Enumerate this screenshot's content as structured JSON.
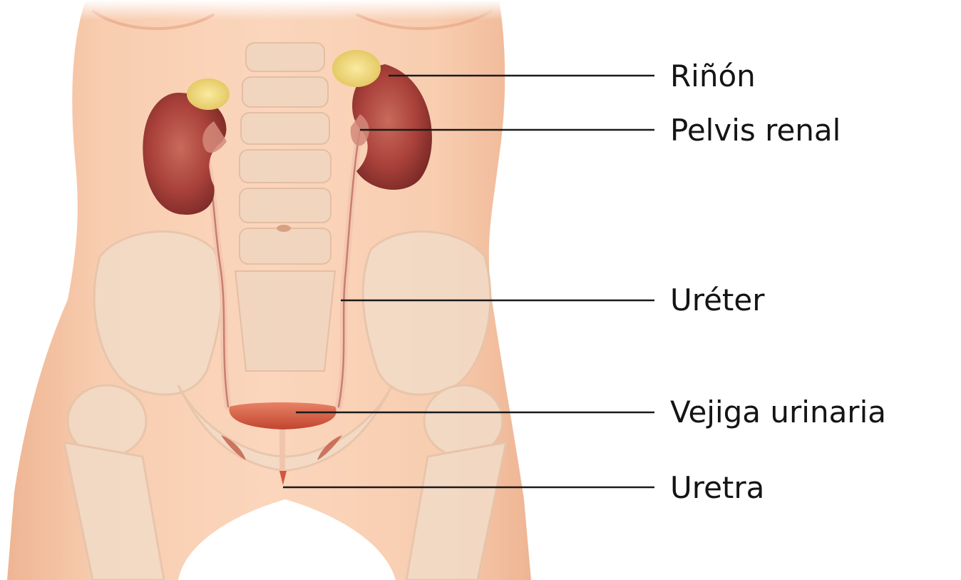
{
  "colors": {
    "background": "#ffffff",
    "skin": "#f7c9a9",
    "kidney": "#a9413a",
    "adrenal_gland": "#ecd36c",
    "bladder": "#d2563c",
    "bone": "#f2dcc8",
    "leader_line": "#1a1a1a",
    "label_text": "#141414"
  },
  "labels": {
    "kidney": "Riñón",
    "renal_pelvis": "Pelvis renal",
    "ureter": "Uréter",
    "bladder": "Vejiga urinaria",
    "urethra": "Uretra"
  }
}
